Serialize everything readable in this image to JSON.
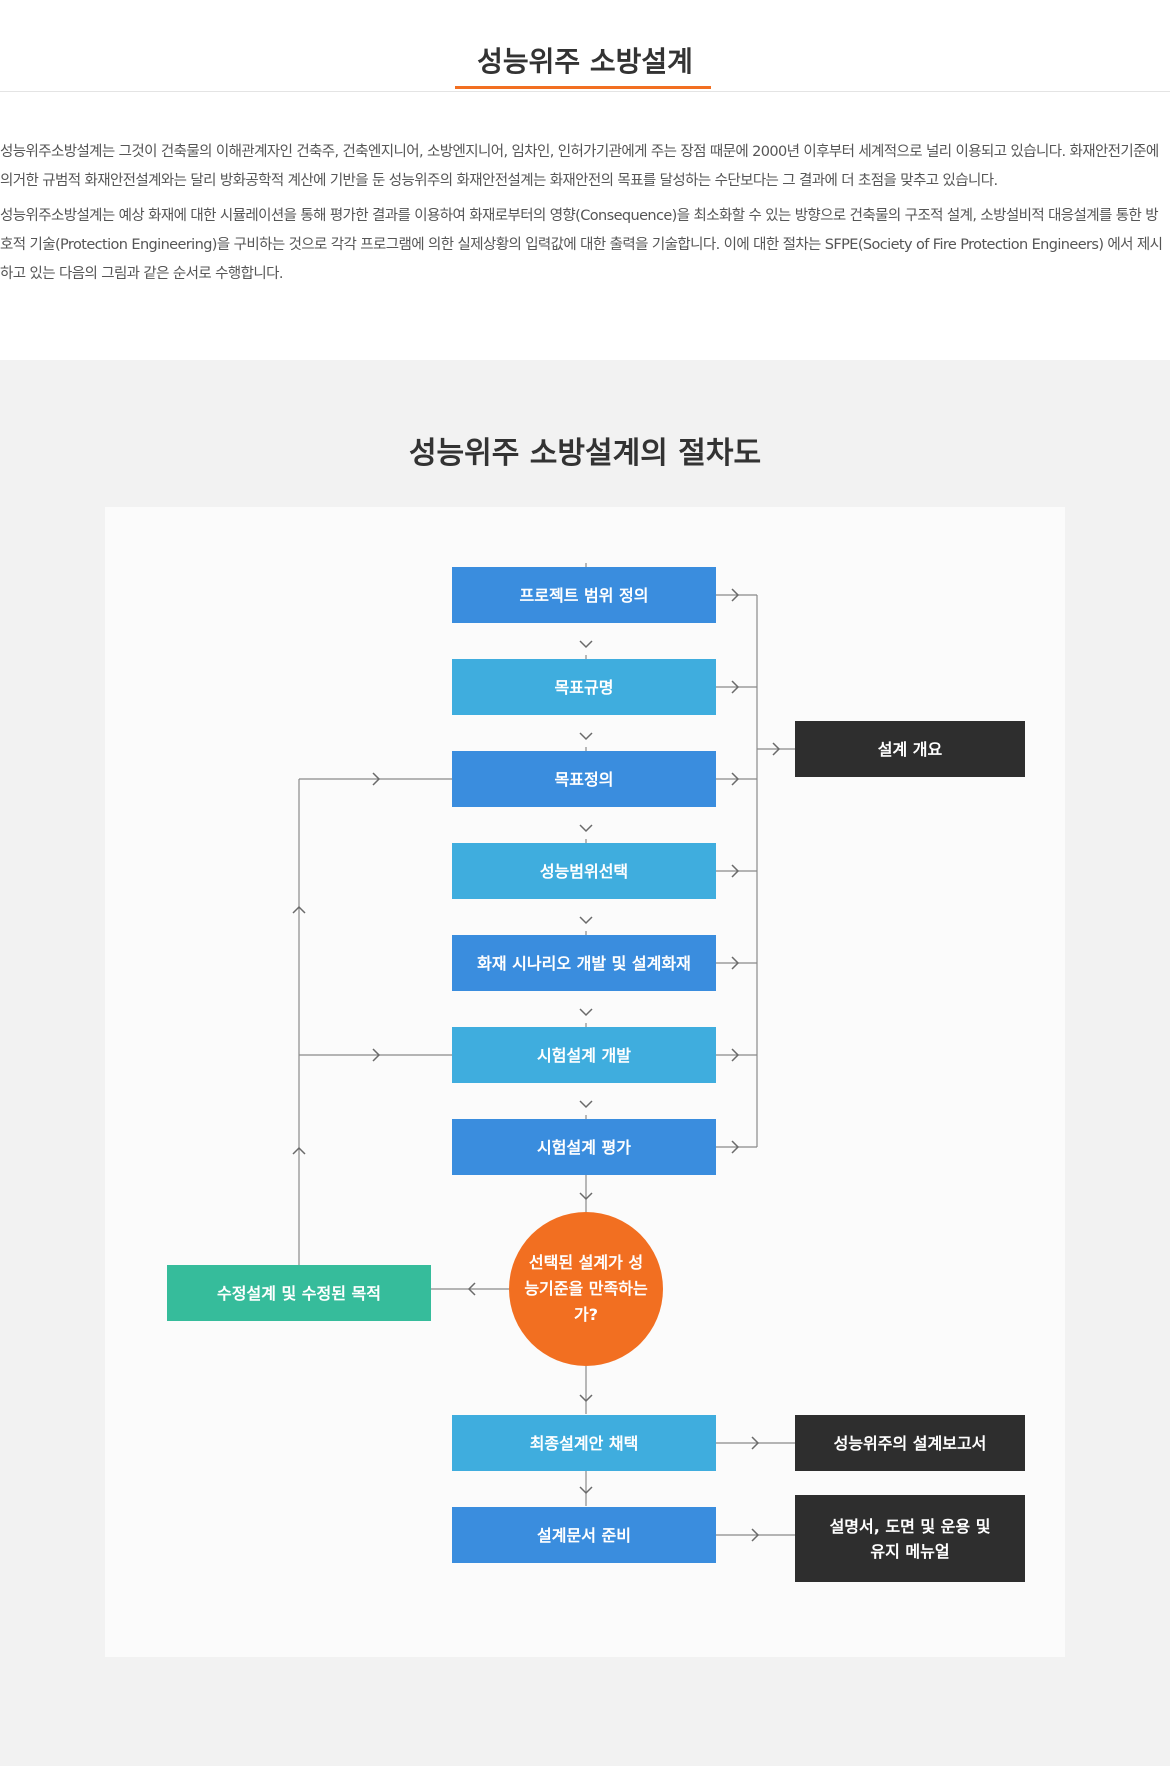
{
  "page": {
    "title": "성능위주 소방설계",
    "intro": [
      "성능위주소방설계는 그것이 건축물의 이해관계자인 건축주, 건축엔지니어, 소방엔지니어, 임차인, 인허가기관에게 주는 장점 때문에 2000년 이후부터 세계적으로 널리 이용되고 있습니다. 화재안전기준에 의거한 규범적 화재안전설계와는 달리 방화공학적 계산에 기반을 둔 성능위주의 화재안전설계는 화재안전의 목표를 달성하는 수단보다는 그 결과에 더 초점을 맞추고 있습니다.",
      "성능위주소방설계는 예상 화재에 대한 시뮬레이션을 통해 평가한 결과를 이용하여 화재로부터의 영향(Consequence)을 최소화할 수 있는 방향으로 건축물의 구조적 설계, 소방설비적 대응설계를 통한 방호적 기술(Protection Engineering)을 구비하는 것으로 각각 프로그램에 의한 실제상황의 입력값에 대한 출력을 기술합니다. 이에 대한 절차는 SFPE(Society of Fire Protection Engineers) 에서 제시하고 있는 다음의 그림과 같은 순서로 수행합니다."
    ]
  },
  "diagram": {
    "title": "성능위주 소방설계의 절차도",
    "steps": [
      "프로젝트 범위 정의",
      "목표규명",
      "목표정의",
      "성능범위선택",
      "화재 시나리오 개발 및 설계화재",
      "시험설계 개발",
      "시험설계 평가"
    ],
    "decision": "선택된 설계가 성능기준을 만족하는가?",
    "revise": "수정설계 및 수정된 목적",
    "final_steps": [
      "최종설계안 채택",
      "설계문서 준비"
    ],
    "outputs": {
      "overview": "설계 개요",
      "report": "성능위주의 설계보고서",
      "manual": "설명서, 도면 및 운용 및 유지 메뉴얼"
    },
    "colors": {
      "accent": "#f26f21",
      "step_dark_blue": "#3a8dde",
      "step_light_blue": "#3fadde",
      "output_dark": "#2e2e2e",
      "revise_green": "#36bc9b"
    }
  }
}
